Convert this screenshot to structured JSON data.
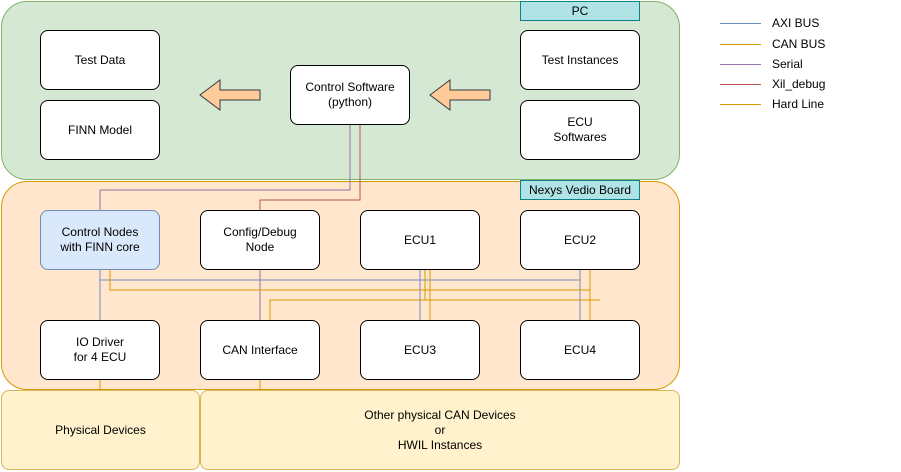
{
  "regions": {
    "pc": "PC",
    "nexys": "Nexys Vedio Board",
    "physical_devices": "Physical Devices",
    "other_devices": "Other physical CAN Devices\nor\nHWIL Instances"
  },
  "boxes": {
    "test_data": "Test Data",
    "finn_model": "FINN Model",
    "control_software": "Control Software\n(python)",
    "test_instances": "Test Instances",
    "ecu_softwares": "ECU\nSoftwares",
    "control_nodes": "Control Nodes\nwith FINN core",
    "config_debug": "Config/Debug\nNode",
    "ecu1": "ECU1",
    "ecu2": "ECU2",
    "io_driver": "IO Driver\nfor 4 ECU",
    "can_interface": "CAN Interface",
    "ecu3": "ECU3",
    "ecu4": "ECU4"
  },
  "legend": [
    {
      "label": "AXI BUS",
      "color": "#6c8ebf"
    },
    {
      "label": "CAN BUS",
      "color": "#d79b00"
    },
    {
      "label": "Serial",
      "color": "#9673a6"
    },
    {
      "label": "Xil_debug",
      "color": "#b85450"
    },
    {
      "label": "Hard Line",
      "color": "#d79b00"
    }
  ],
  "colors": {
    "pc_fill": "#d5e8d4",
    "nexys_fill": "#ffe6cc",
    "devices_fill": "#fff2cc",
    "tag_fill": "#b0e3e6",
    "arrow_fill": "#ffcc99",
    "axi": "#6c8ebf",
    "can": "#d79b00",
    "serial": "#9673a6",
    "xil_debug": "#b85450"
  }
}
